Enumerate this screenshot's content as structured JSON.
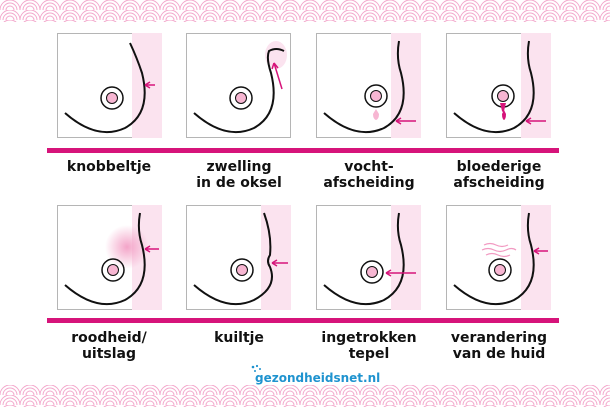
{
  "symptoms": [
    {
      "label": "knobbeltje"
    },
    {
      "label": "zwelling\nin de oksel"
    },
    {
      "label": "vocht-\nafscheiding"
    },
    {
      "label": "bloederige\nafscheiding"
    },
    {
      "label": "roodheid/\nuitslag"
    },
    {
      "label": "kuiltje"
    },
    {
      "label": "ingetrokken\ntepel"
    },
    {
      "label": "verandering\nvan de huid"
    }
  ],
  "brand": {
    "name": "gezondheidsnet.nl"
  },
  "colors": {
    "accent": "#d6147a",
    "highlight": "#fbe3ef",
    "brand": "#1f93cf",
    "wave": "#f3a8cc"
  }
}
